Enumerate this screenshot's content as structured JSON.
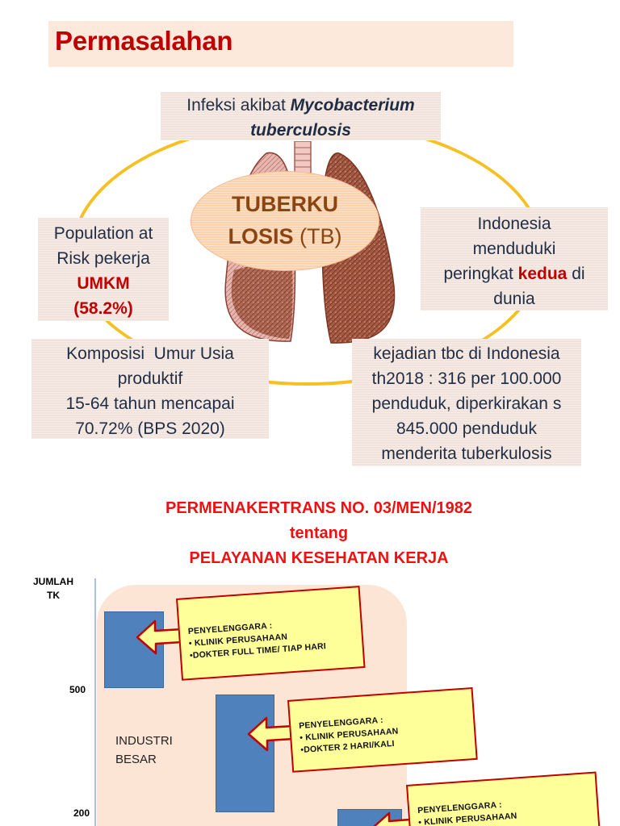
{
  "slide1": {
    "title": "Permasalahan",
    "center": {
      "line1": "TUBERKU",
      "line2_bold": "LOSIS",
      "line2_rest": " (TB)"
    },
    "top_box": {
      "prefix": "Infeksi akibat ",
      "italic_line1": "Mycobacterium",
      "italic_line2": "tuberculosis"
    },
    "left_box": {
      "line1": "Population at",
      "line2": "Risk pekerja",
      "highlight1": "UMKM",
      "highlight2": "(58.2%)"
    },
    "right_box": {
      "line1": "Indonesia",
      "line2": "menduduki",
      "line3_pre": "peringkat ",
      "line3_highlight": "kedua",
      "line3_post": " di",
      "line4": "dunia"
    },
    "bottom_left_box": {
      "line1": "Komposisi  Umur Usia",
      "line2": "produktif",
      "line3": "15-64 tahun mencapai",
      "line4": "70.72% (BPS 2020)"
    },
    "bottom_right_box": {
      "line1": "kejadian tbc di Indonesia",
      "line2": "th2018 : 316 per 100.000",
      "line3": "penduduk, diperkirakan s",
      "line4": "845.000 penduduk",
      "line5": "menderita tuberkulosis"
    },
    "colors": {
      "title": "#c00000",
      "highlight": "#c00000",
      "ring": "#f5c022",
      "ellipse_fill": "#fbd2ae",
      "ellipse_text": "#8a4512",
      "box_fill": "#f1e3dc",
      "body_text": "#1f2d44"
    }
  },
  "slide2": {
    "title_line1": "PERMENAKERTRANS NO. 03/MEN/1982",
    "title_line2": "tentang",
    "title_line3": "PELAYANAN KESEHATAN KERJA",
    "y_axis_label_line1": "JUMLAH",
    "y_axis_label_line2": "TK",
    "ticks": [
      "500",
      "200"
    ],
    "industry_label_line1": "INDUSTRI",
    "industry_label_line2": "BESAR",
    "callouts": [
      {
        "heading": "PENYELENGGARA :",
        "item1": "• KLINIK PERUSAHAAN",
        "item2": "•DOKTER FULL TIME/ TIAP HARI"
      },
      {
        "heading": "PENYELENGGARA :",
        "item1": "• KLINIK PERUSAHAAN",
        "item2": "•DOKTER 2 HARI/KALI"
      },
      {
        "heading": "PENYELENGGARA :",
        "item1": "• KLINIK PERUSAHAAN",
        "item2": ""
      }
    ],
    "colors": {
      "title": "#ee1111",
      "bar": "#4f81bd",
      "callout_fill": "#ffff99",
      "callout_border": "#c00000",
      "panel": "#fde5d6"
    }
  }
}
